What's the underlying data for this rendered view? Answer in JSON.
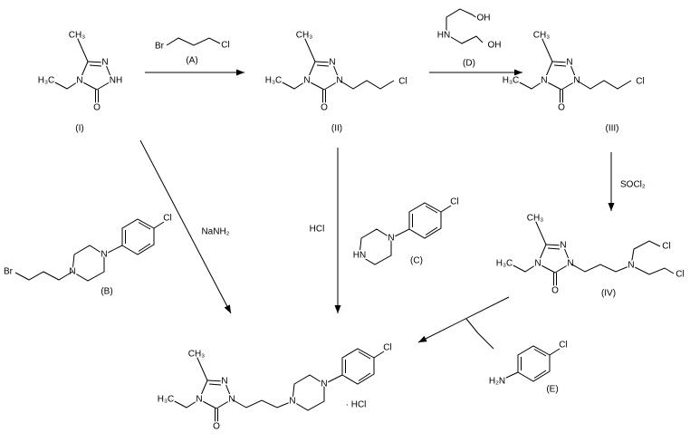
{
  "compounds": {
    "I": {
      "label": "(I)"
    },
    "II": {
      "label": "(II)"
    },
    "III": {
      "label": "(III)"
    },
    "IV": {
      "label": "(IV)"
    }
  },
  "reagents": {
    "A": "(A)",
    "B": "(B)",
    "C": "(C)",
    "D": "(D)",
    "E": "(E)"
  },
  "atoms": {
    "ch3": "CH₃",
    "h3c": "H₃C",
    "n": "N",
    "nh": "NH",
    "hn": "HN",
    "o": "O",
    "cl": "Cl",
    "br": "Br",
    "oh": "OH",
    "h2n": "H₂N"
  },
  "conditions": {
    "socl2": "SOCl₂",
    "nanh2": "NaNH₂",
    "hcl": "HCl"
  },
  "product": {
    "salt": "· HCl"
  }
}
